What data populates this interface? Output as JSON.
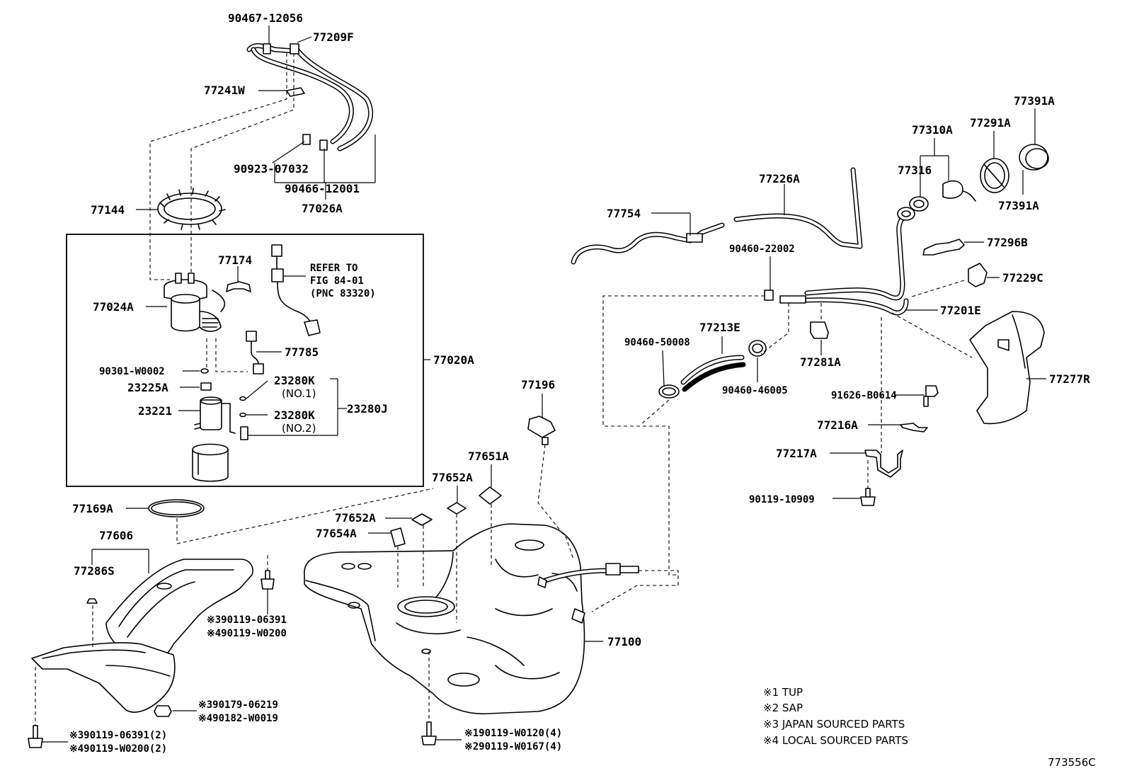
{
  "labels": {
    "p90467_12056": "90467-12056",
    "p77209F": "77209F",
    "p77241W": "77241W",
    "p90923_07032": "90923-07032",
    "p90466_12001": "90466-12001",
    "p77026A": "77026A",
    "p77144": "77144",
    "p77174": "77174",
    "refer1": "REFER TO",
    "refer2": "FIG 84-01",
    "refer3": "(PNC 83320)",
    "p77024A": "77024A",
    "p77785": "77785",
    "p90301_W0002": "90301-W0002",
    "p77020A": "77020A",
    "p23225A": "23225A",
    "p23280K_1": "23280K",
    "no1": "(NO.1)",
    "p23221": "23221",
    "p23280K_2": "23280K",
    "no2": "(NO.2)",
    "p23280J": "23280J",
    "p77169A": "77169A",
    "p77606": "77606",
    "p77286S": "77286S",
    "n3_90119_06391": "※390119-06391",
    "n4_90119_W0200": "※490119-W0200",
    "n3_90179_06219": "※390179-06219",
    "n4_90182_W0019": "※490182-W0019",
    "n3_90119_06391_2": "※390119-06391(2)",
    "n4_90119_W0200_2": "※490119-W0200(2)",
    "p77196": "77196",
    "p77651A": "77651A",
    "p77652A_a": "77652A",
    "p77652A_b": "77652A",
    "p77654A": "77654A",
    "p77100": "77100",
    "n1_90119_W0120": "※190119-W0120(4)",
    "n2_90119_W0167": "※290119-W0167(4)",
    "p77754": "77754",
    "p77226A": "77226A",
    "p90460_22002": "90460-22002",
    "p77213E": "77213E",
    "p90460_50008": "90460-50008",
    "p90460_46005": "90460-46005",
    "p77281A": "77281A",
    "p77310A": "77310A",
    "p77316": "77316",
    "p77291A": "77291A",
    "p77391A_top": "77391A",
    "p77391A_bot": "77391A",
    "p77296B": "77296B",
    "p77229C": "77229C",
    "p77201E": "77201E",
    "p77277R": "77277R",
    "p91626_B0614": "91626-B0614",
    "p77216A": "77216A",
    "p77217A": "77217A",
    "p90119_10909": "90119-10909",
    "figure_id": "773556C"
  },
  "legend": [
    "※1 TUP",
    "※2 SAP",
    "※3 JAPAN SOURCED PARTS",
    "※4 LOCAL SOURCED PARTS"
  ]
}
